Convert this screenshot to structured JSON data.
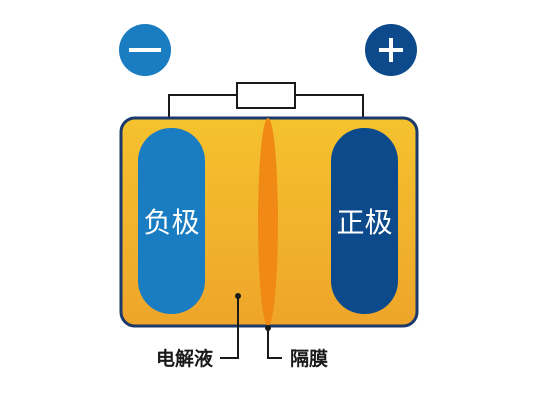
{
  "diagram": {
    "negative_electrode": {
      "label": "负极"
    },
    "positive_electrode": {
      "label": "正极"
    },
    "electrolyte": {
      "label": "电解液"
    },
    "separator": {
      "label": "隔膜"
    },
    "terminals": {
      "negative_icon": "minus-icon",
      "positive_icon": "plus-icon"
    },
    "colors": {
      "cell_fill_top": "#f5c22e",
      "cell_fill_bottom": "#eea52a",
      "cell_outline": "#1b3a6b",
      "negative_electrode": "#1a7cc1",
      "positive_electrode": "#0d4a8c",
      "separator": "#f08a14",
      "negative_terminal": "#1a7cc1",
      "positive_terminal": "#0d4a8c",
      "wire": "#1a1a1a",
      "label_text": "#1a1a1a"
    }
  }
}
